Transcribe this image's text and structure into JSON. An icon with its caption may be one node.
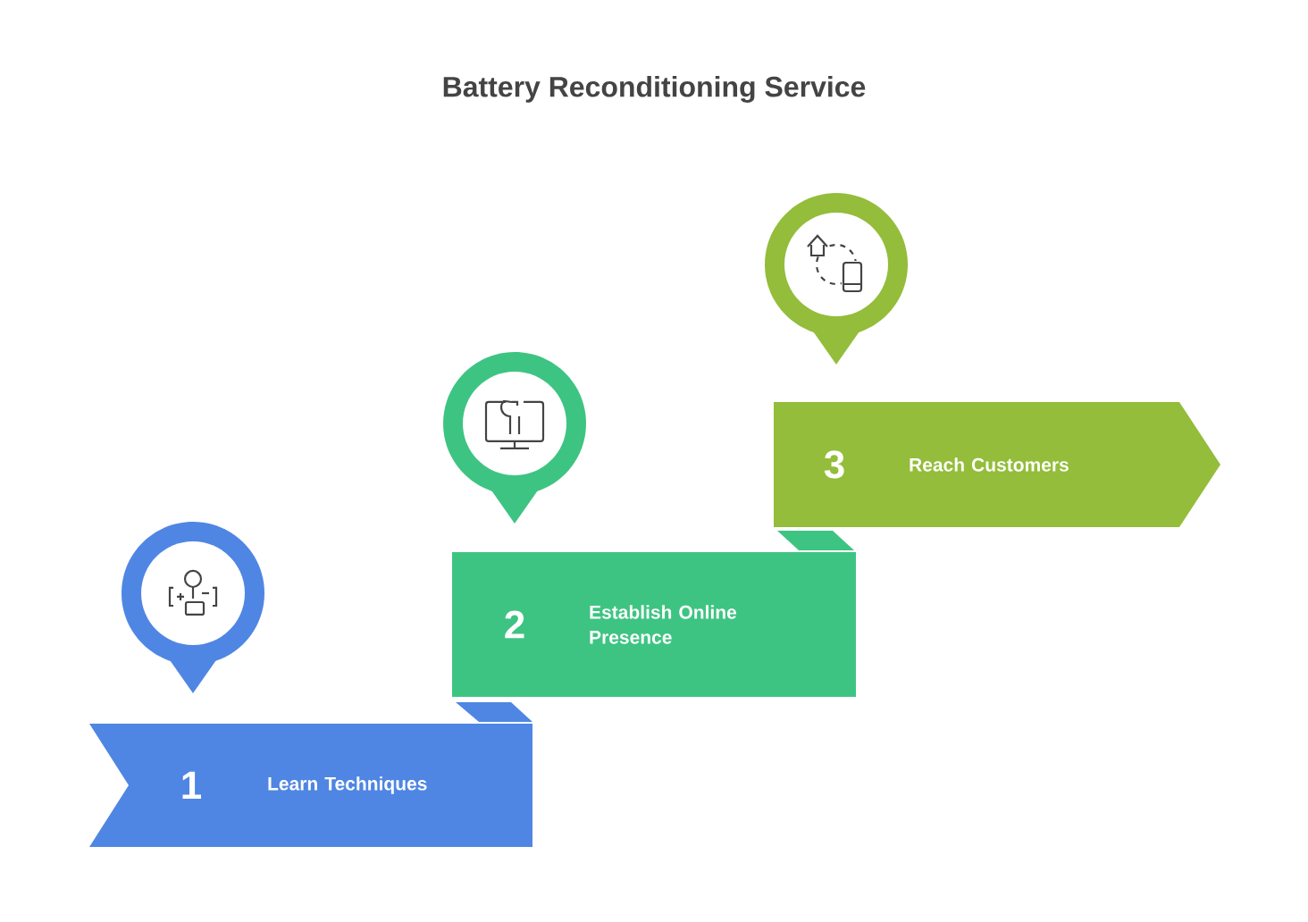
{
  "diagram": {
    "title": "Battery Reconditioning Service",
    "nodes": [
      {
        "text": [
          "1",
          "Learn Techniques"
        ]
      },
      {
        "text": [
          "2",
          "Establish Online Presence"
        ]
      },
      {
        "text": [
          "3",
          "Reach Customers"
        ]
      }
    ],
    "edges": []
  }
}
